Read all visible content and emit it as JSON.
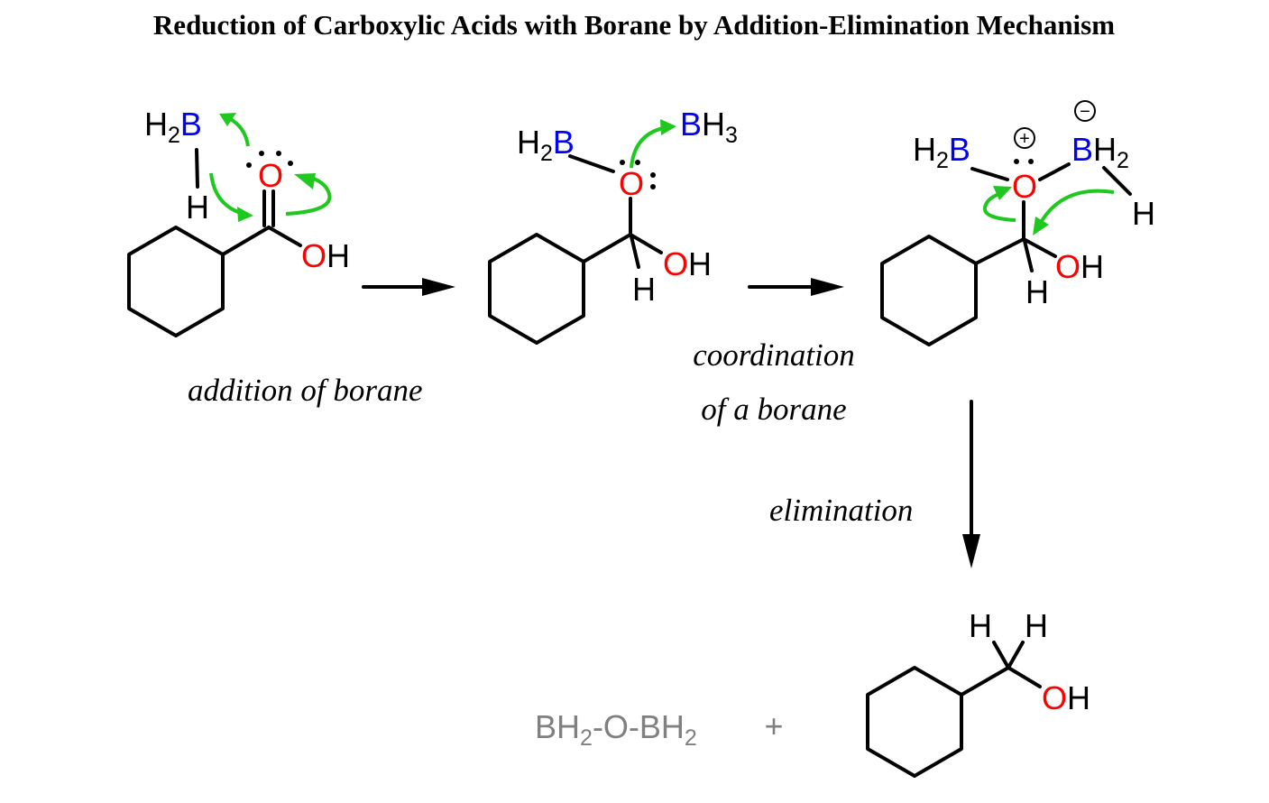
{
  "title": "Reduction of Carboxylic Acids with Borane by Addition-Elimination Mechanism",
  "colors": {
    "oxygen": "#ff0000",
    "boron": "#0000ff",
    "electron_arrow": "#1ec81e",
    "byproduct": "#808080"
  },
  "steps": {
    "step1": "addition of borane",
    "step2_line1": "coordination",
    "step2_line2": "of a borane",
    "step3": "elimination"
  },
  "atoms": {
    "H": "H",
    "B": "B",
    "O": "O",
    "OH_O": "O",
    "two": "2",
    "three": "3",
    "plus": "+",
    "minus": "−"
  },
  "byproduct": {
    "part1": "BH",
    "sub1": "2",
    "part2": "-O-BH",
    "sub2": "2",
    "plus_sign": "+"
  }
}
